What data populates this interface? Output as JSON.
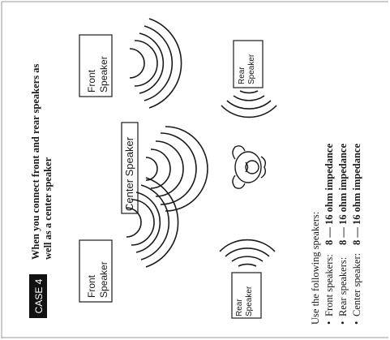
{
  "case_badge": "CASE 4",
  "heading": {
    "line1": "When you connect front and rear speakers as",
    "line2": "well as a center speaker"
  },
  "speakers": {
    "front_right": {
      "line1": "Front",
      "line2": "Speaker"
    },
    "rear_right": {
      "line1": "Rear",
      "line2": "Speaker"
    },
    "center": {
      "label": "Center Speaker"
    },
    "front_left": {
      "line1": "Front",
      "line2": "Speaker"
    },
    "rear_left": {
      "line1": "Rear",
      "line2": "Speaker"
    }
  },
  "requirements": {
    "intro": "Use the following speakers:",
    "items": [
      {
        "label": "Front speakers:",
        "value": "8 — 16 ohm impedance"
      },
      {
        "label": "Rear speakers:",
        "value": "8 — 16 ohm impedance"
      },
      {
        "label": "Center speaker:",
        "value": "8 — 16 ohm impedance"
      }
    ]
  },
  "colors": {
    "ink": "#1a1a1a",
    "badge_bg": "#111111",
    "badge_text": "#ffffff",
    "page_bg": "#ffffff"
  },
  "icons": {
    "listener": "listener-icon",
    "waves": "sound-waves-icon"
  }
}
